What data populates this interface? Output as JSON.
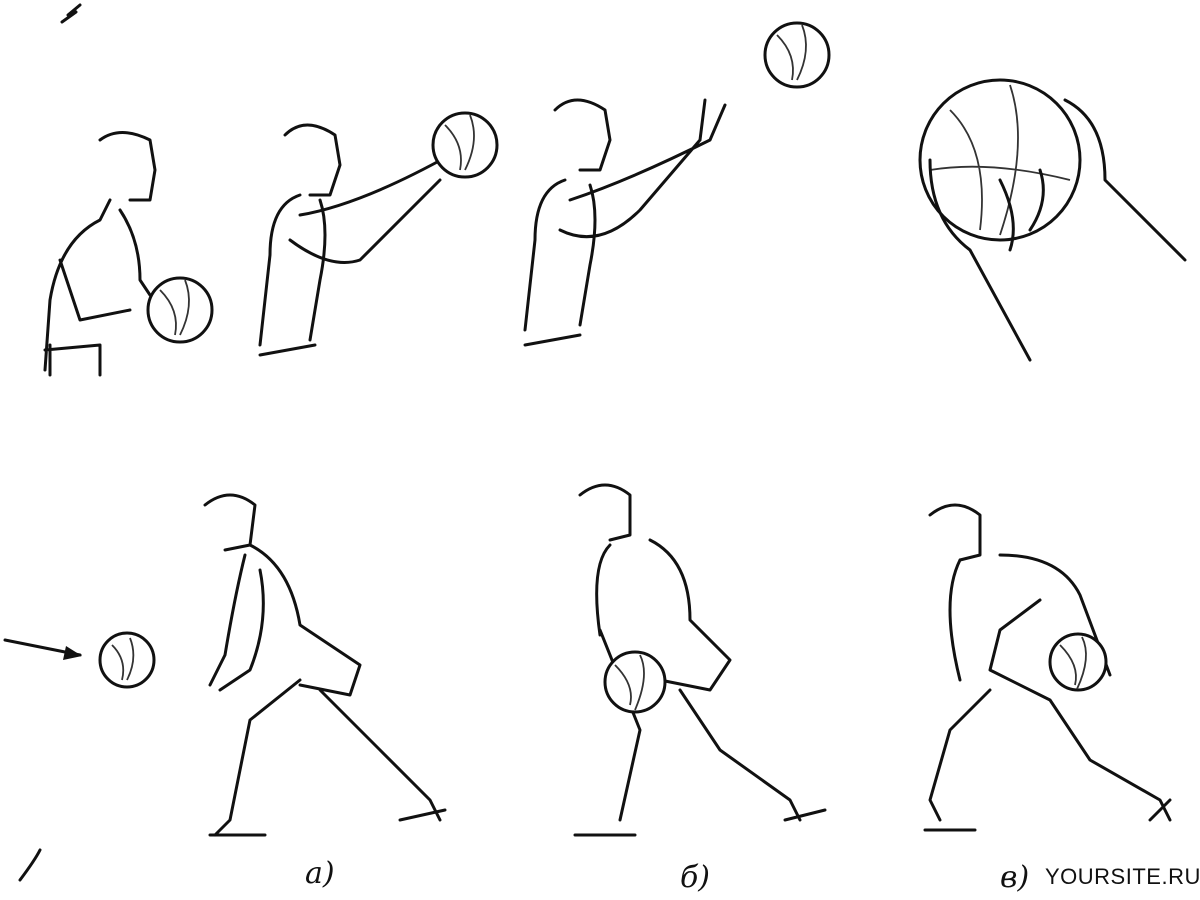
{
  "labels": {
    "a": "а)",
    "b": "б)",
    "c": "в)"
  },
  "watermark": "YOURSITE.RU"
}
